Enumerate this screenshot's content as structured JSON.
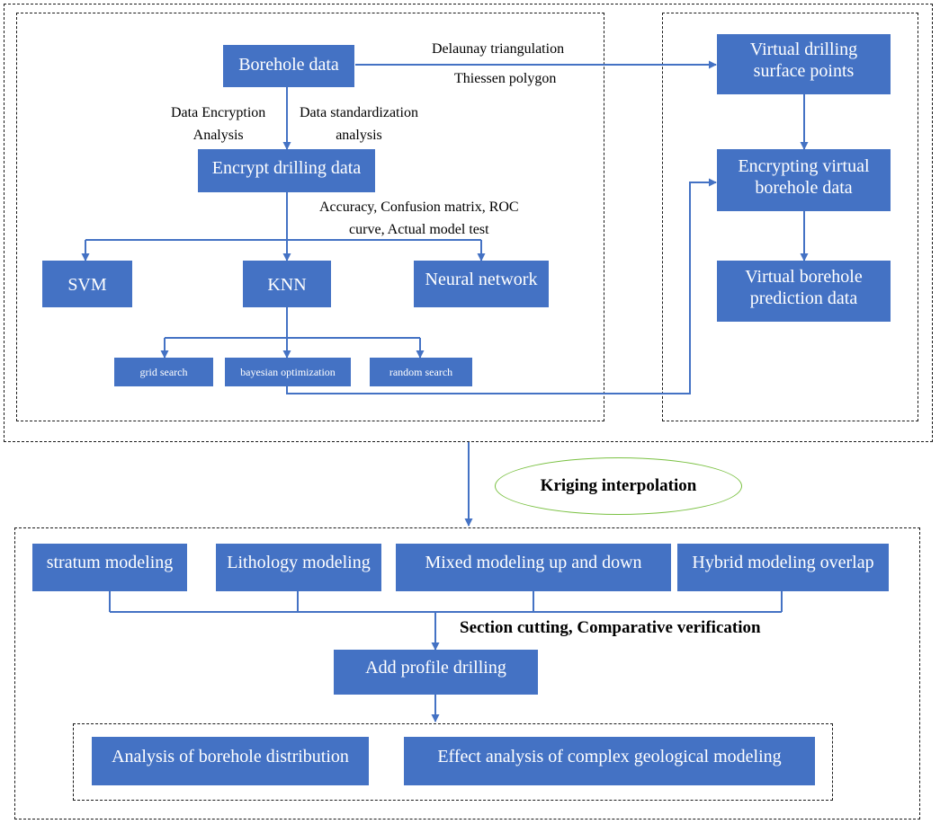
{
  "colors": {
    "box_fill": "#4472C4",
    "box_text": "#FFFFFF",
    "line": "#4472C4",
    "oval_border": "#7AC142",
    "dashed_border": "#1A1A1A"
  },
  "nodes": {
    "borehole_data": "Borehole data",
    "encrypt_drilling_data": "Encrypt drilling data",
    "svm": "SVM",
    "knn": "KNN",
    "neural_network": "Neural network",
    "grid_search": "grid search",
    "bayesian_optimization": "bayesian optimization",
    "random_search": "random search",
    "virtual_surface_points": [
      "Virtual drilling",
      "surface points"
    ],
    "encrypting_virtual": [
      "Encrypting virtual",
      "borehole data"
    ],
    "virtual_prediction": [
      "Virtual borehole",
      "prediction data"
    ],
    "stratum_modeling": "stratum modeling",
    "lithology_modeling": "Lithology modeling",
    "mixed_modeling": "Mixed modeling up and down",
    "hybrid_modeling": "Hybrid modeling overlap",
    "add_profile_drilling": "Add profile drilling",
    "analysis_distribution": "Analysis of borehole distribution",
    "effect_analysis": "Effect analysis of complex geological modeling"
  },
  "edge_labels": {
    "delaunay": "Delaunay triangulation",
    "thiessen": "Thiessen polygon",
    "encryption_analysis": [
      "Data Encryption",
      "Analysis"
    ],
    "standardization": [
      "Data standardization",
      "analysis"
    ],
    "metrics": [
      "Accuracy, Confusion matrix, ROC",
      "curve, Actual model test"
    ],
    "kriging": "Kriging interpolation",
    "section_cutting": "Section cutting, Comparative verification"
  }
}
